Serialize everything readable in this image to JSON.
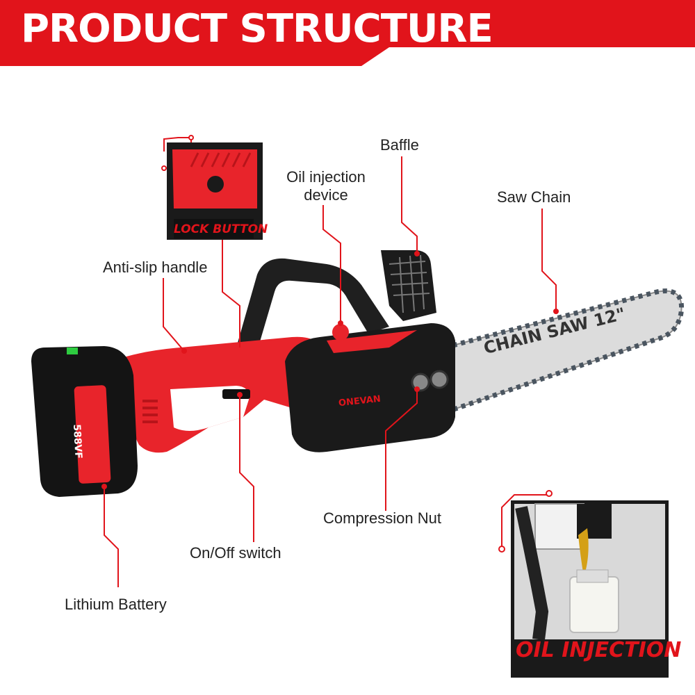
{
  "header": {
    "title": "PRODUCT STRUCTURE"
  },
  "labels": {
    "anti_slip_handle": "Anti-slip handle",
    "oil_injection_device": "Oil injection\ndevice",
    "baffle": "Baffle",
    "saw_chain": "Saw Chain",
    "compression_nut": "Compression Nut",
    "on_off_switch": "On/Off switch",
    "lithium_battery": "Lithium Battery"
  },
  "insets": {
    "lock_button": "LOCK BUTTON",
    "oil_injection": "OIL INJECTION"
  },
  "product": {
    "bar_text": "CHAIN SAW 12\"",
    "brand": "ONEVAN",
    "battery_voltage": "588VF"
  },
  "colors": {
    "accent": "#e1141b",
    "body_red": "#e8242b",
    "dark": "#1a1a1a"
  }
}
